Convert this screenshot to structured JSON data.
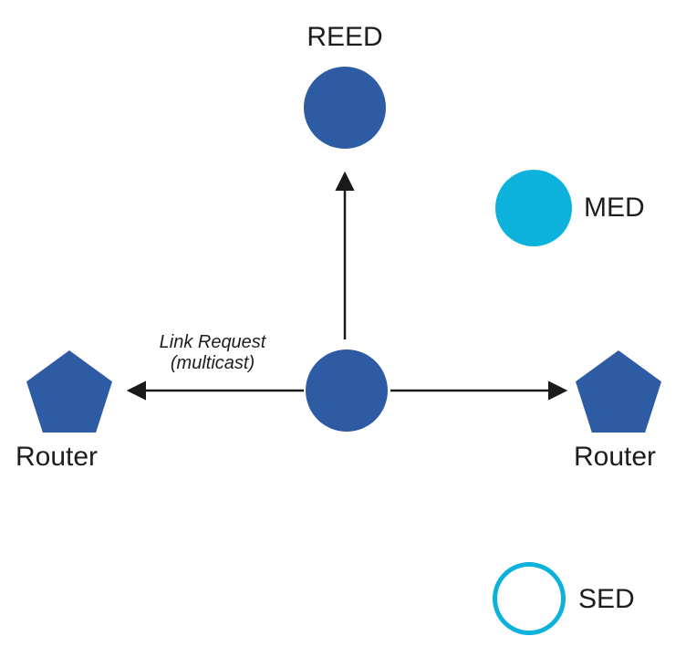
{
  "colors": {
    "node_blue": "#2d5ba4",
    "device_cyan": "#0cb2dc",
    "arrow_black": "#1a1a1a"
  },
  "nodes": {
    "reed": {
      "label": "REED",
      "shape": "filled-circle"
    },
    "med": {
      "label": "MED",
      "shape": "filled-circle"
    },
    "sed": {
      "label": "SED",
      "shape": "outline-circle"
    },
    "center": {
      "label": "",
      "shape": "filled-circle"
    },
    "router_left": {
      "label": "Router",
      "shape": "pentagon"
    },
    "router_right": {
      "label": "Router",
      "shape": "pentagon"
    }
  },
  "annotation": {
    "line1": "Link Request",
    "line2": "(multicast)"
  }
}
